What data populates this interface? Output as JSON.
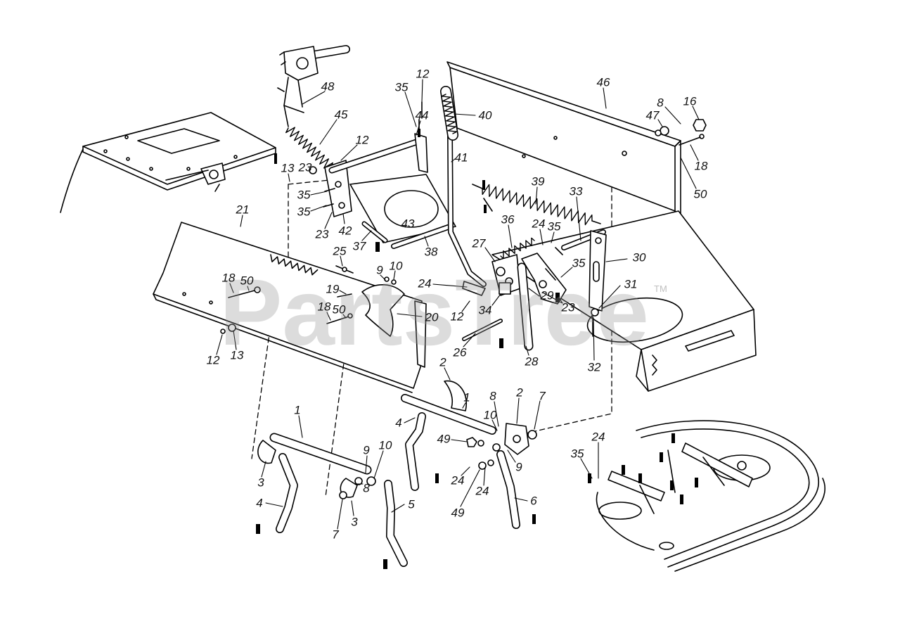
{
  "diagram": {
    "watermark": "PartsTree",
    "trademark": "TM",
    "callouts": [
      "48",
      "45",
      "12",
      "13",
      "23",
      "35",
      "35",
      "23",
      "42",
      "37",
      "21",
      "25",
      "9",
      "10",
      "18",
      "50",
      "19",
      "18",
      "50",
      "20",
      "12",
      "13",
      "35",
      "12",
      "44",
      "40",
      "41",
      "39",
      "33",
      "43",
      "38",
      "36",
      "24",
      "35",
      "27",
      "35",
      "30",
      "31",
      "24",
      "12",
      "34",
      "29",
      "23",
      "26",
      "28",
      "32",
      "46",
      "8",
      "16",
      "47",
      "18",
      "50",
      "2",
      "1",
      "8",
      "2",
      "7",
      "10",
      "4",
      "49",
      "9",
      "24",
      "24",
      "49",
      "6",
      "1",
      "9",
      "10",
      "3",
      "8",
      "4",
      "7",
      "3",
      "5",
      "35",
      "24"
    ]
  }
}
